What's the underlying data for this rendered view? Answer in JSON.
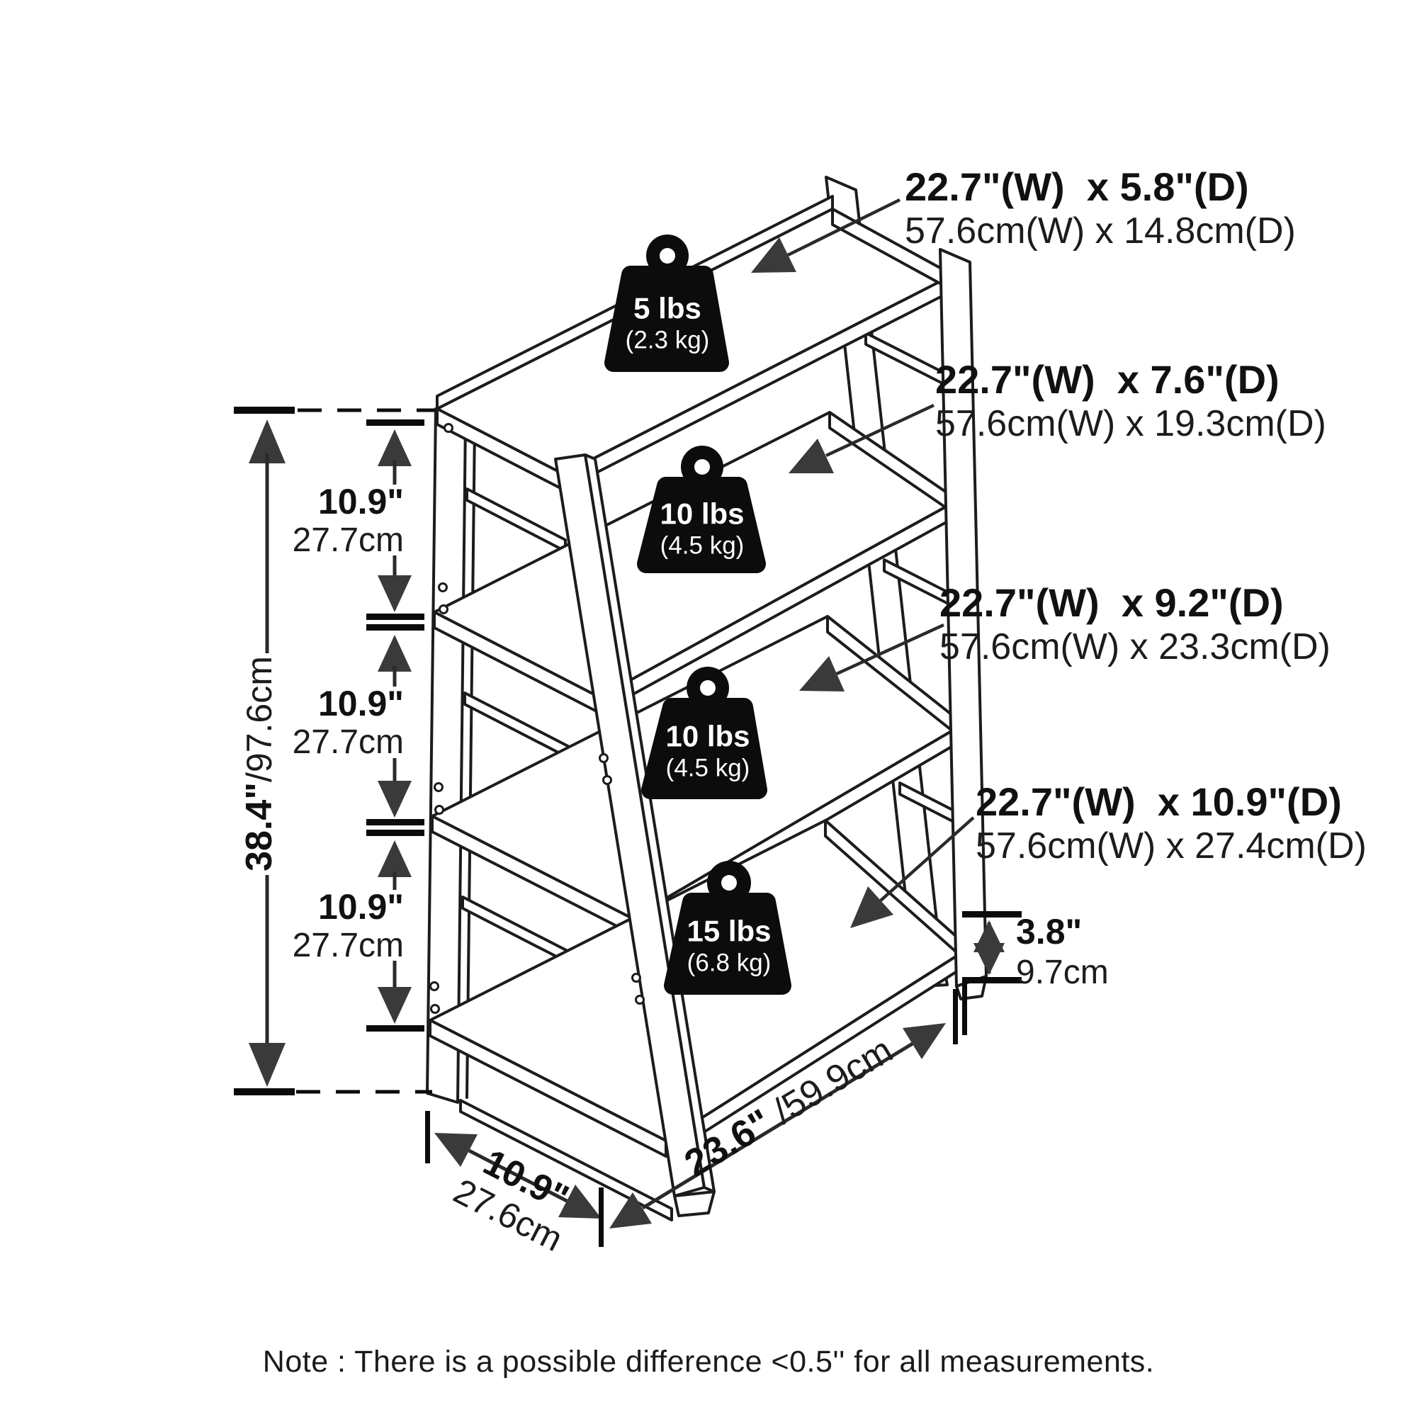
{
  "diagram": {
    "shelves": [
      {
        "imperial": "22.7\"(W)  x 5.8\"(D)",
        "metric": "57.6cm(W) x 14.8cm(D)",
        "capacity_lbs": "5 lbs",
        "capacity_kg": "(2.3 kg)"
      },
      {
        "imperial": "22.7\"(W)  x 7.6\"(D)",
        "metric": "57.6cm(W) x 19.3cm(D)",
        "capacity_lbs": "10 lbs",
        "capacity_kg": "(4.5 kg)"
      },
      {
        "imperial": "22.7\"(W)  x 9.2\"(D)",
        "metric": "57.6cm(W) x 23.3cm(D)",
        "capacity_lbs": "10 lbs",
        "capacity_kg": "(4.5 kg)"
      },
      {
        "imperial": "22.7\"(W)  x 10.9\"(D)",
        "metric": "57.6cm(W) x 27.4cm(D)",
        "capacity_lbs": "15 lbs",
        "capacity_kg": "(6.8 kg)"
      }
    ],
    "total_height": {
      "imperial": "38.4\"",
      "metric": "/97.6cm"
    },
    "shelf_spacing": [
      {
        "imperial": "10.9\"",
        "metric": "27.7cm"
      },
      {
        "imperial": "10.9\"",
        "metric": "27.7cm"
      },
      {
        "imperial": "10.9\"",
        "metric": "27.7cm"
      }
    ],
    "base_depth": {
      "imperial": "10.9\"",
      "metric": "27.6cm"
    },
    "base_width": {
      "imperial": "23.6\"",
      "metric": " /59.9cm"
    },
    "bottom_shelf_height": {
      "imperial": "3.8\"",
      "metric": "9.7cm"
    },
    "note": "Note : There is a possible difference <0.5'' for all measurements."
  }
}
